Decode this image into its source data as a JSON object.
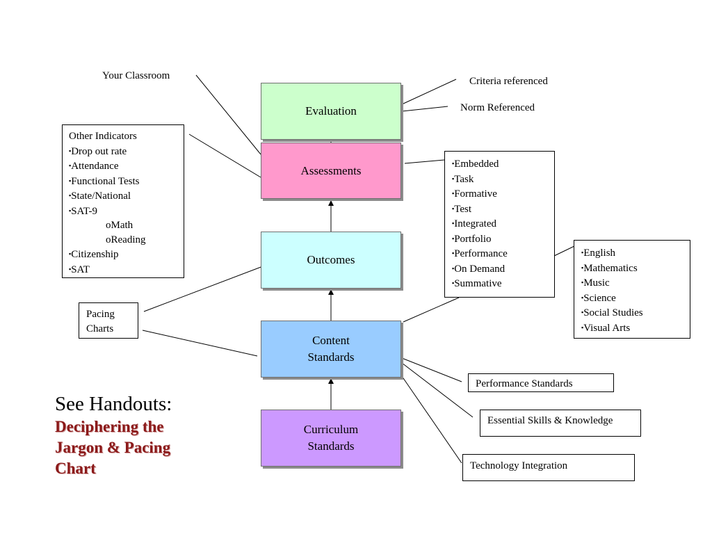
{
  "flow": {
    "evaluation": "Evaluation",
    "assessments": "Assessments",
    "outcomes": "Outcomes",
    "content_standards": [
      "Content",
      "Standards"
    ],
    "curriculum_standards": [
      "Curriculum",
      "Standards"
    ]
  },
  "labels": {
    "your_classroom": "Your Classroom",
    "criteria_referenced": "Criteria referenced",
    "norm_referenced": "Norm Referenced"
  },
  "other_indicators": {
    "title": "Other Indicators",
    "items": [
      "Drop out rate",
      "Attendance",
      "Functional Tests",
      "State/National",
      "SAT-9"
    ],
    "sub_items": [
      "Math",
      "Reading"
    ],
    "items_after": [
      "Citizenship",
      "SAT"
    ]
  },
  "assessment_types": [
    "Embedded",
    "Task",
    "Formative",
    "Test",
    "Integrated",
    "Portfolio",
    "Performance",
    "On Demand",
    "Summative"
  ],
  "subjects": [
    "English",
    "Mathematics",
    "Music",
    "Science",
    "Social Studies",
    "Visual Arts"
  ],
  "pacing_charts": [
    "Pacing",
    "Charts"
  ],
  "standards_links": {
    "performance": "Performance Standards",
    "essential": "Essential Skills & Knowledge",
    "technology": "Technology Integration"
  },
  "handouts": {
    "heading": "See Handouts:",
    "subheading": [
      "Deciphering the",
      "Jargon & Pacing",
      "Chart"
    ]
  },
  "bullet_glyph": "▪",
  "sub_bullet_glyph": "o",
  "colors": {
    "evaluation": "#ccffcc",
    "assessments": "#ff99cc",
    "outcomes": "#ccffff",
    "content_standards": "#99ccff",
    "curriculum_standards": "#cc99ff",
    "handout_subheading": "#8b1a1a"
  }
}
